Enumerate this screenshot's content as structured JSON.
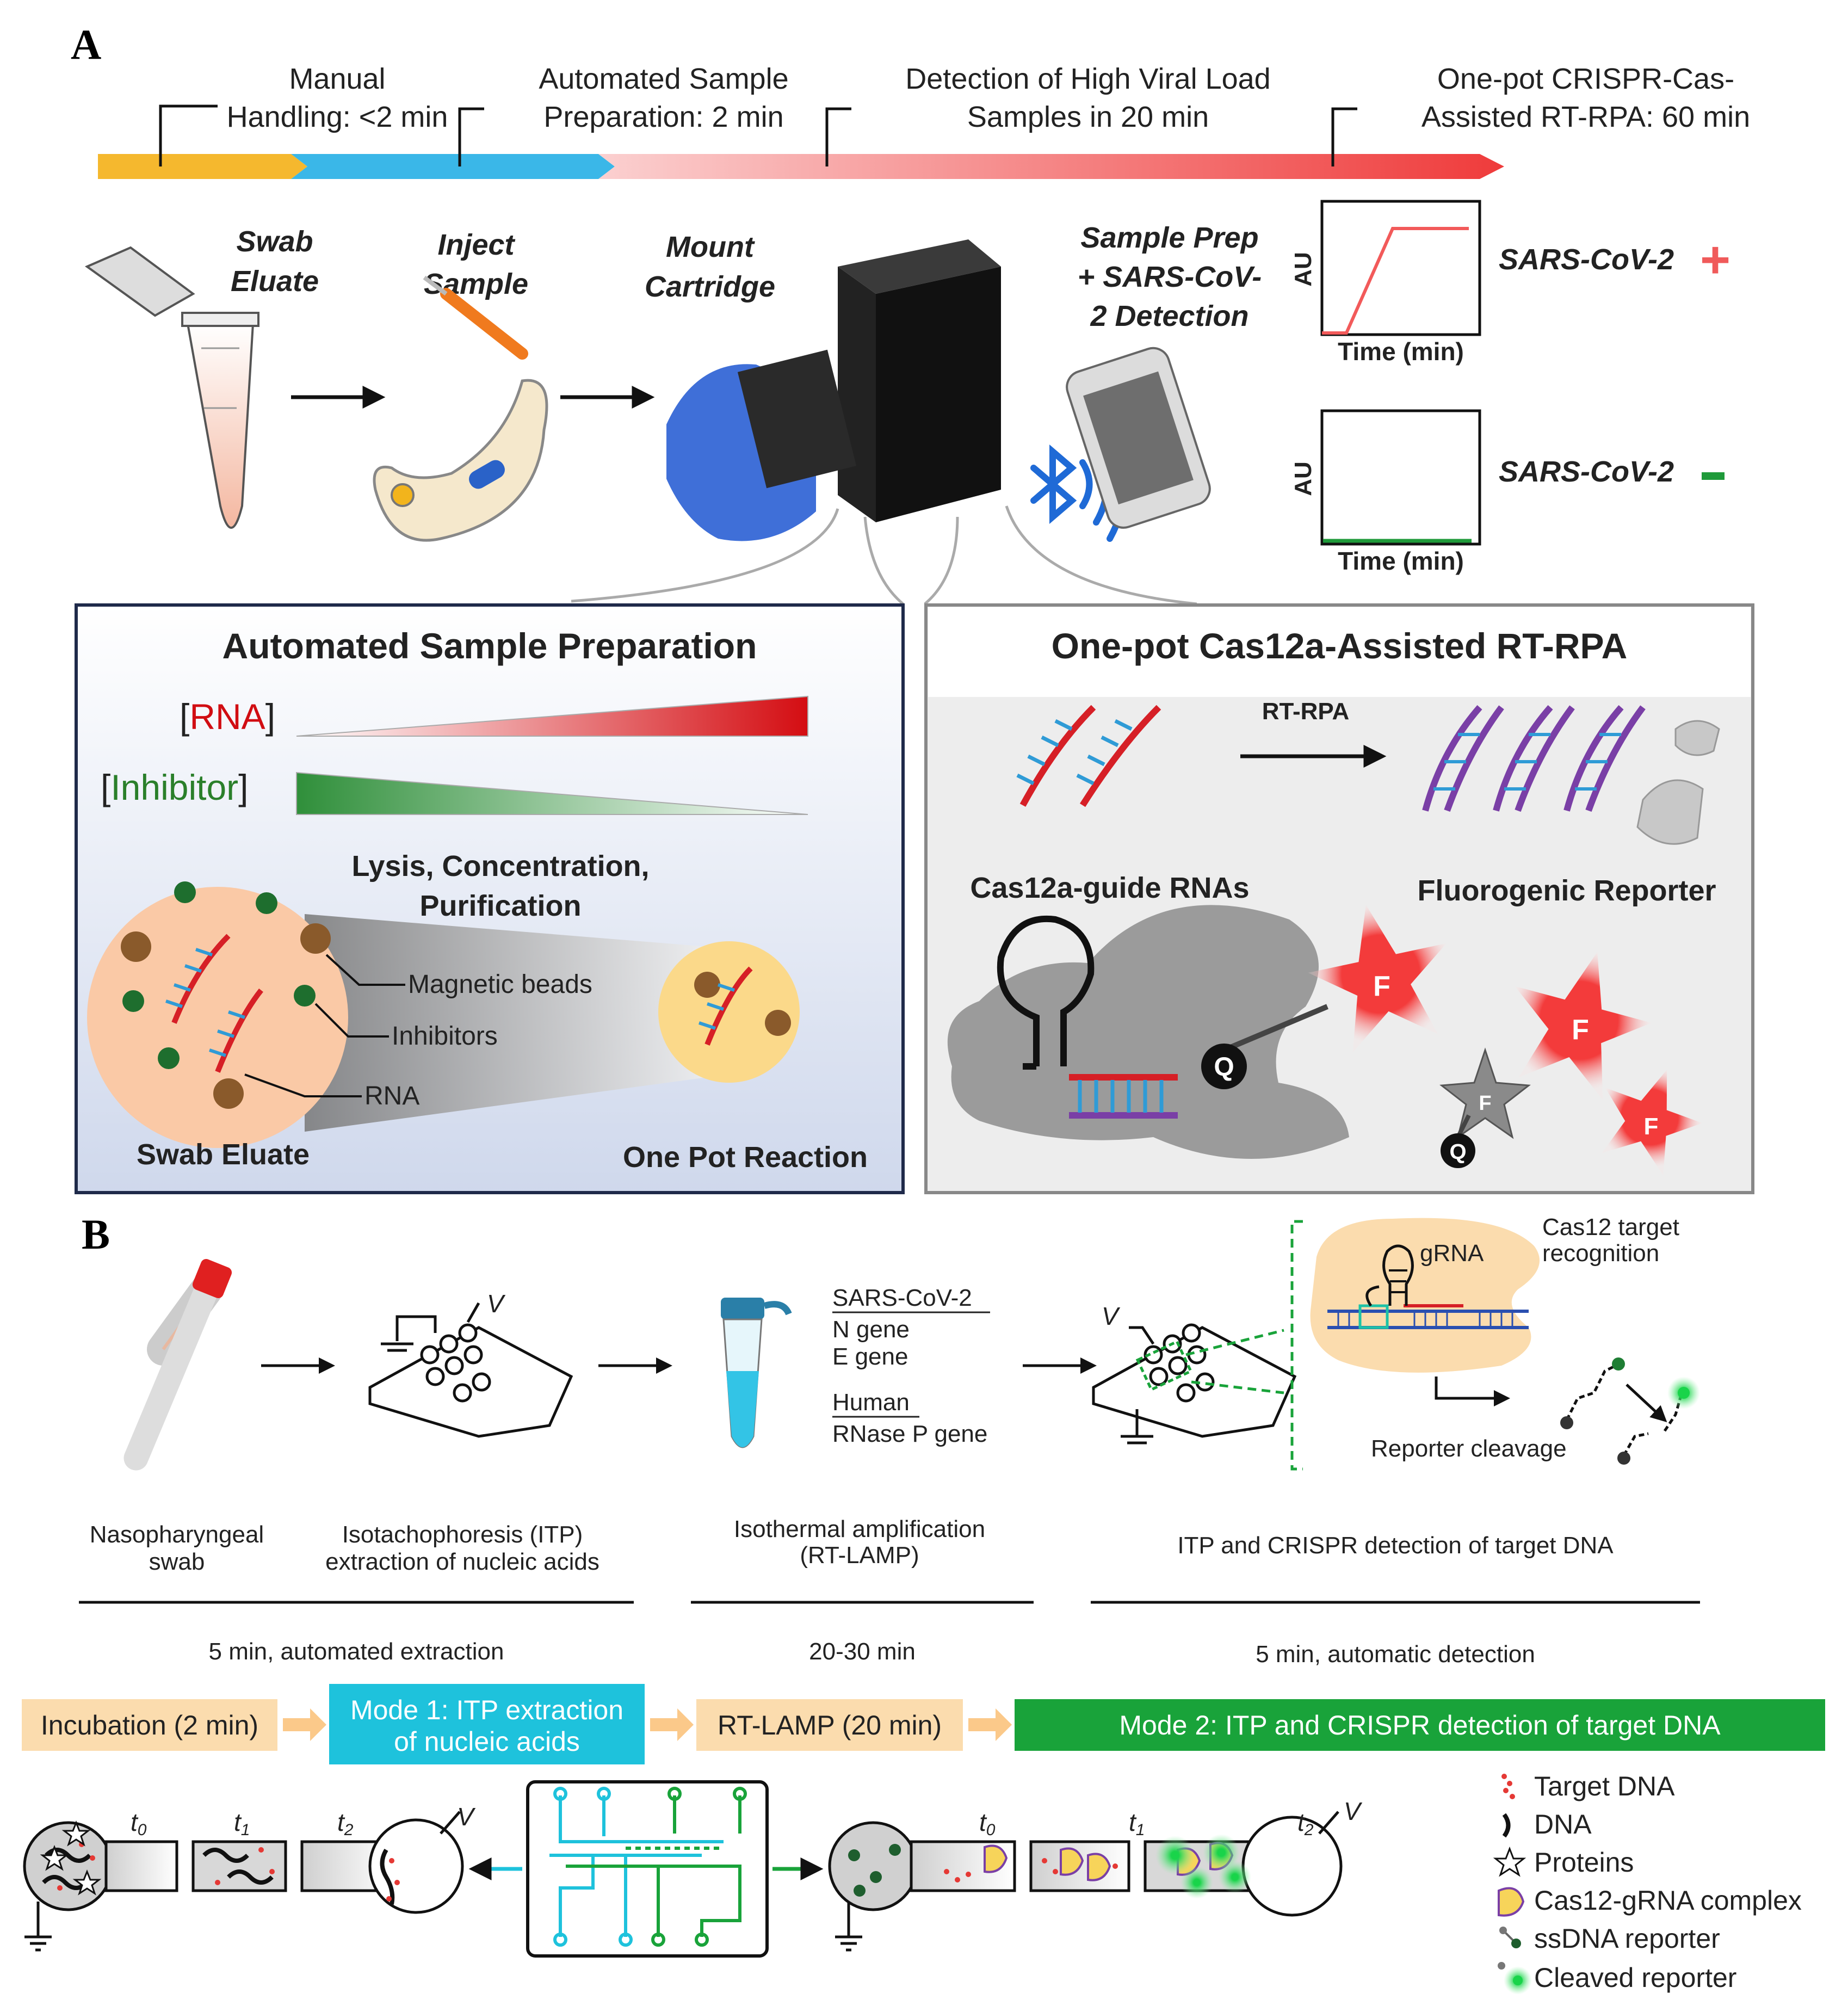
{
  "panel_a": {
    "label": "A",
    "timeline": [
      {
        "line1": "Manual",
        "line2": "Handling: <2 min",
        "color": "#f5b82e"
      },
      {
        "line1": "Automated Sample",
        "line2": "Preparation: 2 min",
        "color": "#3ab7e8"
      },
      {
        "line1": "Detection of High Viral Load",
        "line2": "Samples in 20 min",
        "color": "#f7c3c3"
      },
      {
        "line1": "One-pot CRISPR-Cas-",
        "line2": "Assisted RT-RPA: 60 min",
        "color": "#ef4444"
      }
    ],
    "steps": {
      "swab_eluate": [
        "Swab",
        "Eluate"
      ],
      "inject_sample": [
        "Inject",
        "Sample"
      ],
      "mount_cartridge": [
        "Mount",
        "Cartridge"
      ],
      "sample_prep": [
        "Sample Prep",
        "+ SARS-CoV-",
        "2 Detection"
      ]
    },
    "results": {
      "positive": {
        "label": "SARS-CoV-2",
        "sign": "+",
        "color": "#f05a5a"
      },
      "negative": {
        "label": "SARS-CoV-2",
        "sign": "-",
        "color": "#1f9a3a"
      },
      "ylabel": "AU",
      "xlabel": "Time (min)"
    },
    "left_box": {
      "title": "Automated Sample Preparation",
      "rna_bracket_open": "[",
      "rna_label": "RNA",
      "rna_bracket_close": "]",
      "inhibitor_bracket_open": "[",
      "inhibitor_label": "Inhibitor",
      "inhibitor_bracket_close": "]",
      "lysis_line1": "Lysis, Concentration,",
      "lysis_line2": "Purification",
      "magnetic_beads": "Magnetic beads",
      "inhibitors": "Inhibitors",
      "rna": "RNA",
      "swab_eluate": "Swab Eluate",
      "one_pot_reaction": "One Pot Reaction"
    },
    "right_box": {
      "title": "One-pot Cas12a-Assisted RT-RPA",
      "rt_rpa": "RT-RPA",
      "guide_rnas": "Cas12a-guide RNAs",
      "fluorogenic_reporter": "Fluorogenic Reporter",
      "f": "F",
      "q": "Q"
    }
  },
  "panel_b": {
    "label": "B",
    "tube_labels": {
      "sars_header": "SARS-CoV-2",
      "n_gene": "N gene",
      "e_gene": "E gene",
      "human_header": "Human",
      "rnase_p": "RNase P gene"
    },
    "voltage": "V",
    "grna": "gRNA",
    "cas12_recognition": [
      "Cas12 target",
      "recognition"
    ],
    "reporter_cleavage": "Reporter cleavage",
    "captions": {
      "swab": [
        "Nasopharyngeal",
        "swab"
      ],
      "itp": [
        "Isotachophoresis (ITP)",
        "extraction of nucleic acids"
      ],
      "lamp": [
        "Isothermal amplification",
        "(RT-LAMP)"
      ],
      "detect": [
        "ITP and CRISPR detection of target DNA"
      ]
    },
    "times": {
      "extract": "5 min, automated extraction",
      "lamp": "20-30 min",
      "detect": "5 min, automatic detection"
    },
    "workflow": {
      "incubation": "Incubation (2 min)",
      "mode1_line1": "Mode 1: ITP extraction",
      "mode1_line2": "of nucleic acids",
      "rt_lamp": "RT-LAMP (20 min)",
      "mode2": "Mode 2: ITP and CRISPR detection of target DNA"
    },
    "time_labels": {
      "t0": "t",
      "s0": "0",
      "t1": "t",
      "s1": "1",
      "t2": "t",
      "s2": "2"
    },
    "legend": [
      {
        "label": "Target DNA",
        "icon": "red-dotted-strand-icon"
      },
      {
        "label": "DNA",
        "icon": "black-strand-icon"
      },
      {
        "label": "Proteins",
        "icon": "star-icon"
      },
      {
        "label": "Cas12-gRNA complex",
        "icon": "cas12-complex-icon"
      },
      {
        "label": "ssDNA reporter",
        "icon": "ssdna-reporter-icon"
      },
      {
        "label": "Cleaved reporter",
        "icon": "cleaved-reporter-icon"
      }
    ],
    "colors": {
      "peach": "#fbdcae",
      "cyan": "#1ec2dc",
      "green": "#19a33a",
      "red": "#d61f26"
    }
  }
}
